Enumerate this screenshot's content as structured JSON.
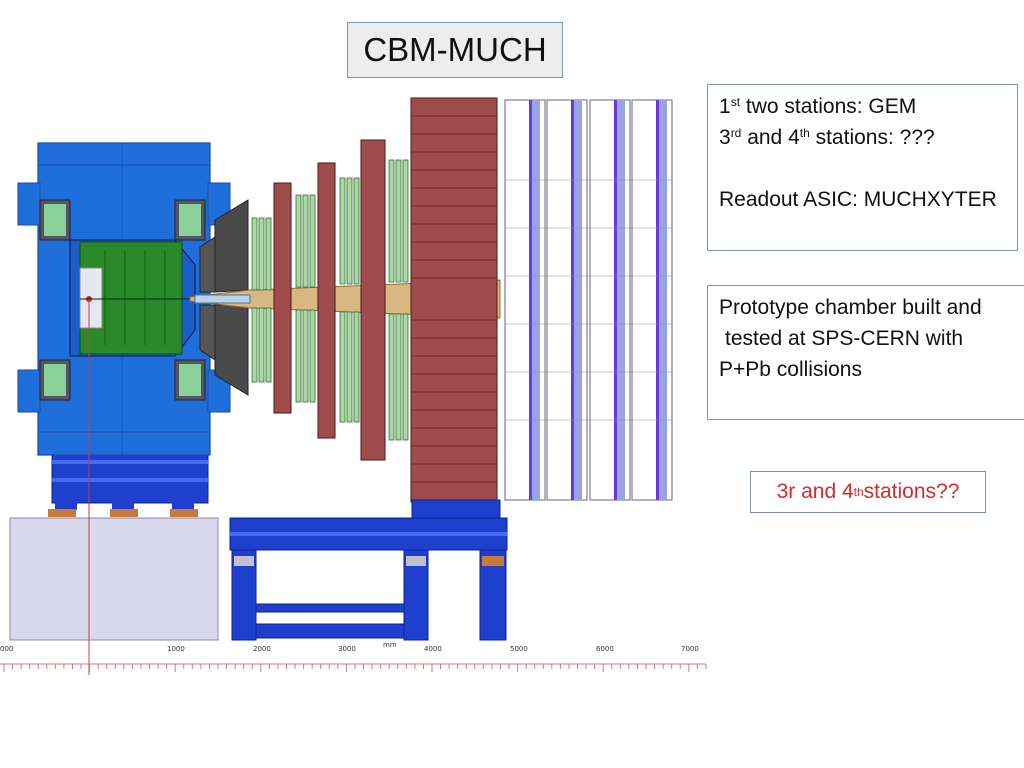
{
  "title": "CBM-MUCH",
  "stations_box": {
    "line1_a": "1",
    "line1_sup": "st",
    "line1_b": " two stations: GEM",
    "line2_a": "3",
    "line2_sup1": "rd",
    "line2_b": " and 4",
    "line2_sup2": "th",
    "line2_c": " stations: ???",
    "line3": "Readout ASIC: MUCHXYTER"
  },
  "prototype_box": {
    "line1": "Prototype chamber built and",
    "line2": "tested at SPS-CERN with",
    "line3": "P+Pb collisions"
  },
  "note_box": {
    "text_a": "3r and 4",
    "sup": "th",
    "text_b": " stations??",
    "color": "#d42a2a"
  },
  "scale": {
    "labels": [
      "000",
      "1000",
      "2000",
      "3000",
      "4000",
      "5000",
      "6000",
      "7000"
    ],
    "unit": "mm"
  },
  "colors": {
    "magnet_blue": "#1e6fdc",
    "support_blue": "#1f3fcf",
    "absorber": "#a04c4c",
    "gem_green": "#a8d8a0",
    "target_green": "#2a8a2a",
    "beam_pipe": "#d9b780",
    "station_purple": "#6a3adf",
    "frame_gray": "#d2d0e8"
  }
}
